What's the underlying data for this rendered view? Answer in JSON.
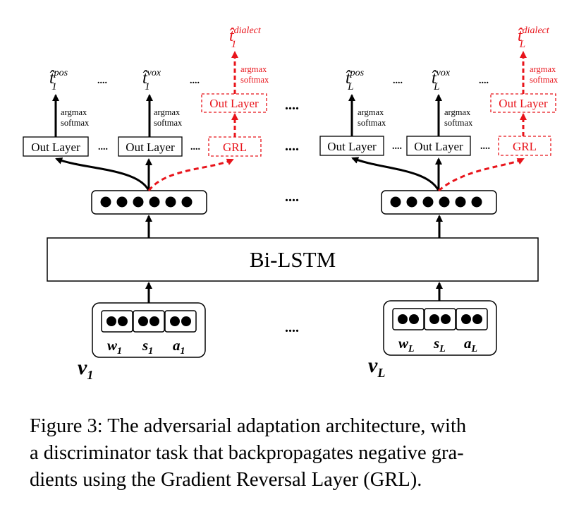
{
  "colors": {
    "main": "#000000",
    "adversarial": "#e8141b"
  },
  "left_block": {
    "vector_label": "v1",
    "input_labels": [
      "w1",
      "s1",
      "a1"
    ],
    "outputs": {
      "pos": "t̂1pos",
      "vox": "t̂1vox",
      "dialect": "t̂1dialect"
    }
  },
  "right_block": {
    "vector_label": "vL",
    "input_labels": [
      "wL",
      "sL",
      "aL"
    ],
    "outputs": {
      "pos": "t̂Lpos",
      "vox": "t̂Lvox",
      "dialect": "t̂Ldialect"
    }
  },
  "shared": {
    "out_layer": "Out Layer",
    "grl": "GRL",
    "argmax": "argmax",
    "softmax": "softmax",
    "ellipsis": "....",
    "bilstm": "Bi-LSTM"
  },
  "caption": [
    "Figure 3: The adversarial adaptation architecture, with",
    "a discriminator task that backpropagates negative gra-",
    "dients using the Gradient Reversal Layer (GRL)."
  ]
}
